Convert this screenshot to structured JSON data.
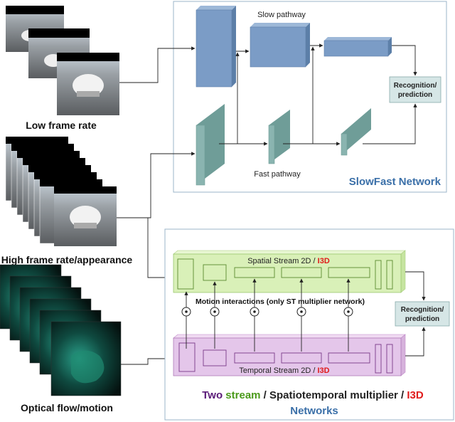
{
  "inputs": {
    "low_frame_rate": "Low frame rate",
    "high_frame_rate": "High frame rate/appearance",
    "optical_flow": "Optical flow/motion"
  },
  "slowfast": {
    "slow_pathway": "Slow pathway",
    "fast_pathway": "Fast pathway",
    "recognition_line1": "Recognition/",
    "recognition_line2": "prediction",
    "network_title": "SlowFast Network"
  },
  "two_stream": {
    "spatial_stream": "Spatial Stream 2D / ",
    "spatial_i3d": "I3D",
    "motion_interactions": "Motion interactions (only ST multiplier network)",
    "temporal_stream": "Temporal Stream 2D / ",
    "temporal_i3d": "I3D",
    "recognition_line1": "Recognition/",
    "recognition_line2": "prediction",
    "title_two": "Two ",
    "title_stream": "stream",
    "title_sep1": " / ",
    "title_st": "Spatiotemporal multiplier",
    "title_sep2": " / ",
    "title_i3d": "I3D",
    "title_networks": "Networks"
  },
  "colors": {
    "slow_block": "#7b9cc6",
    "fast_block": "#8ab4b0",
    "spatial": "#d9f0b8",
    "temporal": "#e4c6ea",
    "recog": "#d6e6e6",
    "i3d_red": "#e01b1b",
    "two_purple": "#5a1a78",
    "stream_green": "#4a9a1a",
    "title_blue": "#3a6fa8"
  }
}
